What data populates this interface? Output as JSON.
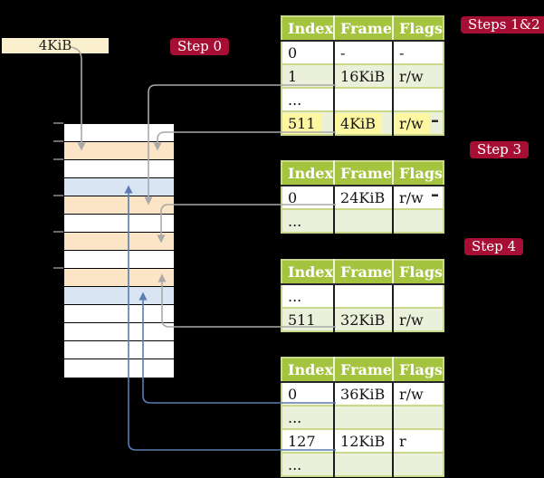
{
  "colors": {
    "background": "#000000",
    "table_header_bg": "#a4c440",
    "table_row_alt_bg": "#eaf0da",
    "table_border": "#c9d98c",
    "step_label_bg": "#a60f33",
    "step_label_text": "#ffffff",
    "size_box_bg": "#faf0cd",
    "page_table_row": "#fce4c7",
    "mapped_page_row": "#dae5f3",
    "arrow_gray": "#a9a9a9",
    "arrow_blue": "#5b7cb0",
    "highlight": "#fdf7a1",
    "tick": "#6b6b6b"
  },
  "size_label": "4KiB",
  "step_labels": {
    "step0": "Step 0",
    "steps12": "Steps 1&2",
    "step3": "Step 3",
    "step4": "Step 4"
  },
  "tables": [
    {
      "headers": [
        "Index",
        "Frame",
        "Flags"
      ],
      "rows": [
        {
          "cells": [
            "0",
            "-",
            "-"
          ]
        },
        {
          "cells": [
            "1",
            "16KiB",
            "r/w"
          ]
        },
        {
          "cells": [
            "...",
            "",
            ""
          ]
        },
        {
          "cells": [
            "511",
            "4KiB",
            "r/w"
          ],
          "highlighted": true
        }
      ]
    },
    {
      "headers": [
        "Index",
        "Frame",
        "Flags"
      ],
      "rows": [
        {
          "cells": [
            "0",
            "24KiB",
            "r/w"
          ]
        },
        {
          "cells": [
            "...",
            "",
            ""
          ]
        }
      ]
    },
    {
      "headers": [
        "Index",
        "Frame",
        "Flags"
      ],
      "rows": [
        {
          "cells": [
            "...",
            "",
            ""
          ]
        },
        {
          "cells": [
            "511",
            "32KiB",
            "r/w"
          ]
        }
      ]
    },
    {
      "headers": [
        "Index",
        "Frame",
        "Flags"
      ],
      "rows": [
        {
          "cells": [
            "0",
            "36KiB",
            "r/w"
          ]
        },
        {
          "cells": [
            "...",
            "",
            ""
          ]
        },
        {
          "cells": [
            "127",
            "12KiB",
            "r"
          ]
        },
        {
          "cells": [
            "...",
            "",
            ""
          ]
        }
      ]
    }
  ],
  "memory": {
    "rows": [
      "free",
      "page-table",
      "free",
      "mapped",
      "page-table",
      "free",
      "page-table",
      "free",
      "page-table",
      "mapped",
      "free",
      "free",
      "free",
      "free"
    ]
  }
}
